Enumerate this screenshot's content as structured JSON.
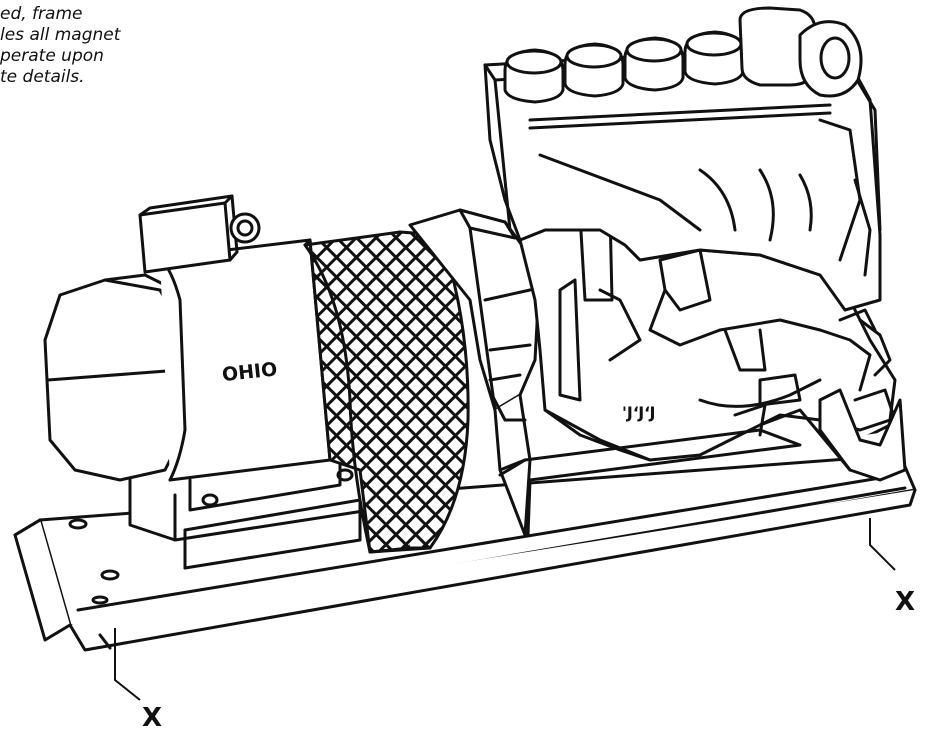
{
  "caption": {
    "lines": [
      "ed, frame",
      "les all magnet",
      "perate upon",
      "te details."
    ]
  },
  "drawing": {
    "brand_text": "OHIO",
    "oil_pan_marking": "'JʻJʻJ",
    "callouts": {
      "left": "X",
      "right": "X"
    },
    "icon": "generator-set-line-drawing",
    "stroke_color": "#111111",
    "background_color": "#ffffff"
  }
}
